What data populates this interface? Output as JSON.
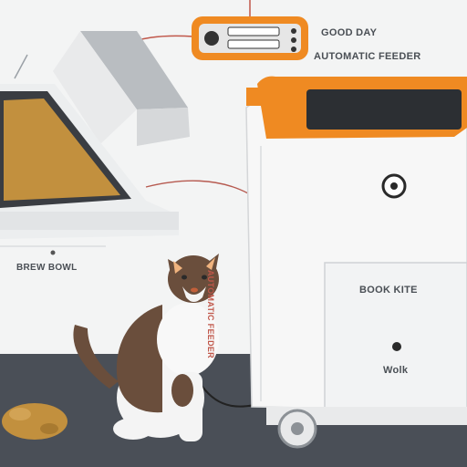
{
  "labels": {
    "top_line_1": "GOOD DAY",
    "top_line_2": "AUTOMATIC FEEDER",
    "tray_label": "BREW BOWL",
    "cabinet_label": "BOOK KITE",
    "cabinet_small": "Wolk",
    "side_label": "AUTOMATIC FEEDER"
  },
  "colors": {
    "accent_orange": "#ef8a22",
    "kibble": "#c2903e",
    "floor": "#4a4f57",
    "wall": "#f3f4f4",
    "appliance_white": "#f7f7f7",
    "cat_brown": "#6a4e3c"
  },
  "icons": [
    "control-panel-icon",
    "cat-figure",
    "litter-tray",
    "feeder-cabinet",
    "wheel-icon",
    "knob-icon"
  ]
}
